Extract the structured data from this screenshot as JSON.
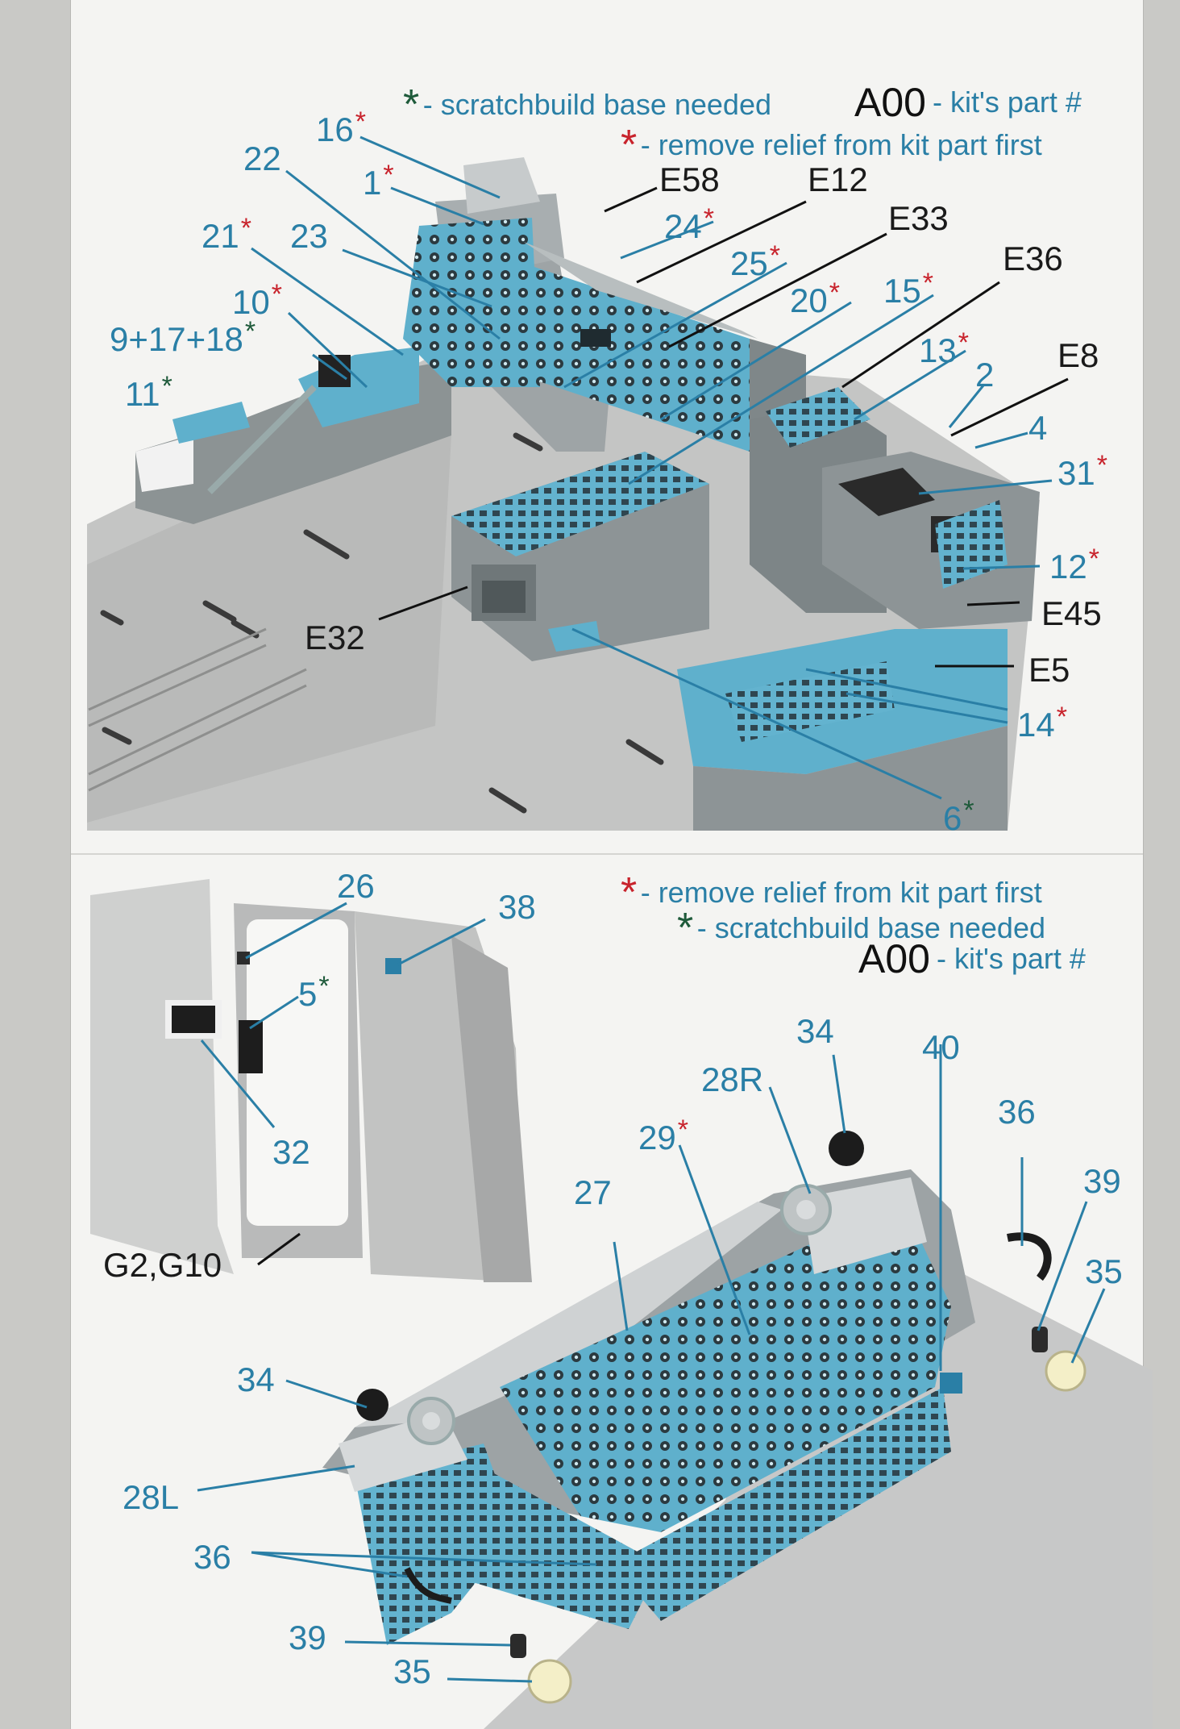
{
  "legend_top": {
    "scratchbuild_text": "- scratchbuild base needed",
    "kit_code": "A00",
    "kit_text": "- kit's part #",
    "remove_text": "- remove relief from kit part first"
  },
  "legend_bottom": {
    "remove_text": "- remove relief from kit part first",
    "scratchbuild_text": "- scratchbuild base needed",
    "kit_code": "A00",
    "kit_text": "- kit's part #"
  },
  "symbols": {
    "star": "*",
    "red_star_color": "#c8232c",
    "green_star_color": "#1e5a3a",
    "part_label_color": "#2a7fa6"
  },
  "top_labels": [
    {
      "id": "16",
      "text": "16",
      "star": "red"
    },
    {
      "id": "1",
      "text": "1",
      "star": "red"
    },
    {
      "id": "22",
      "text": "22",
      "star": ""
    },
    {
      "id": "21",
      "text": "21",
      "star": "red"
    },
    {
      "id": "23",
      "text": "23",
      "star": ""
    },
    {
      "id": "10",
      "text": "10",
      "star": "red"
    },
    {
      "id": "9-17-18",
      "text": "9+17+18",
      "star": "green"
    },
    {
      "id": "11",
      "text": "11",
      "star": "green"
    },
    {
      "id": "E58",
      "text": "E58",
      "star": "",
      "kit": true
    },
    {
      "id": "E12",
      "text": "E12",
      "star": "",
      "kit": true
    },
    {
      "id": "E33",
      "text": "E33",
      "star": "",
      "kit": true
    },
    {
      "id": "E36",
      "text": "E36",
      "star": "",
      "kit": true
    },
    {
      "id": "24",
      "text": "24",
      "star": "red"
    },
    {
      "id": "25",
      "text": "25",
      "star": "red"
    },
    {
      "id": "20",
      "text": "20",
      "star": "red"
    },
    {
      "id": "15",
      "text": "15",
      "star": "red"
    },
    {
      "id": "13",
      "text": "13",
      "star": "red"
    },
    {
      "id": "2",
      "text": "2",
      "star": ""
    },
    {
      "id": "E8",
      "text": "E8",
      "star": "",
      "kit": true
    },
    {
      "id": "4",
      "text": "4",
      "star": ""
    },
    {
      "id": "31",
      "text": "31",
      "star": "red"
    },
    {
      "id": "12",
      "text": "12",
      "star": "red"
    },
    {
      "id": "E45",
      "text": "E45",
      "star": "",
      "kit": true
    },
    {
      "id": "E5",
      "text": "E5",
      "star": "",
      "kit": true
    },
    {
      "id": "14",
      "text": "14",
      "star": "red"
    },
    {
      "id": "6",
      "text": "6",
      "star": "green"
    },
    {
      "id": "E32",
      "text": "E32",
      "star": "",
      "kit": true
    }
  ],
  "bottom_labels": [
    {
      "id": "26",
      "text": "26",
      "star": ""
    },
    {
      "id": "38",
      "text": "38",
      "star": ""
    },
    {
      "id": "5",
      "text": "5",
      "star": "green"
    },
    {
      "id": "32",
      "text": "32",
      "star": ""
    },
    {
      "id": "G2G10",
      "text": "G2,G10",
      "star": "",
      "kit": true
    },
    {
      "id": "34a",
      "text": "34",
      "star": ""
    },
    {
      "id": "40",
      "text": "40",
      "star": ""
    },
    {
      "id": "28R",
      "text": "28R",
      "star": ""
    },
    {
      "id": "36a",
      "text": "36",
      "star": ""
    },
    {
      "id": "29",
      "text": "29",
      "star": "red"
    },
    {
      "id": "39a",
      "text": "39",
      "star": ""
    },
    {
      "id": "27",
      "text": "27",
      "star": ""
    },
    {
      "id": "35a",
      "text": "35",
      "star": ""
    },
    {
      "id": "34b",
      "text": "34",
      "star": ""
    },
    {
      "id": "28L",
      "text": "28L",
      "star": ""
    },
    {
      "id": "36b",
      "text": "36",
      "star": ""
    },
    {
      "id": "39b",
      "text": "39",
      "star": ""
    },
    {
      "id": "35b",
      "text": "35",
      "star": ""
    }
  ]
}
